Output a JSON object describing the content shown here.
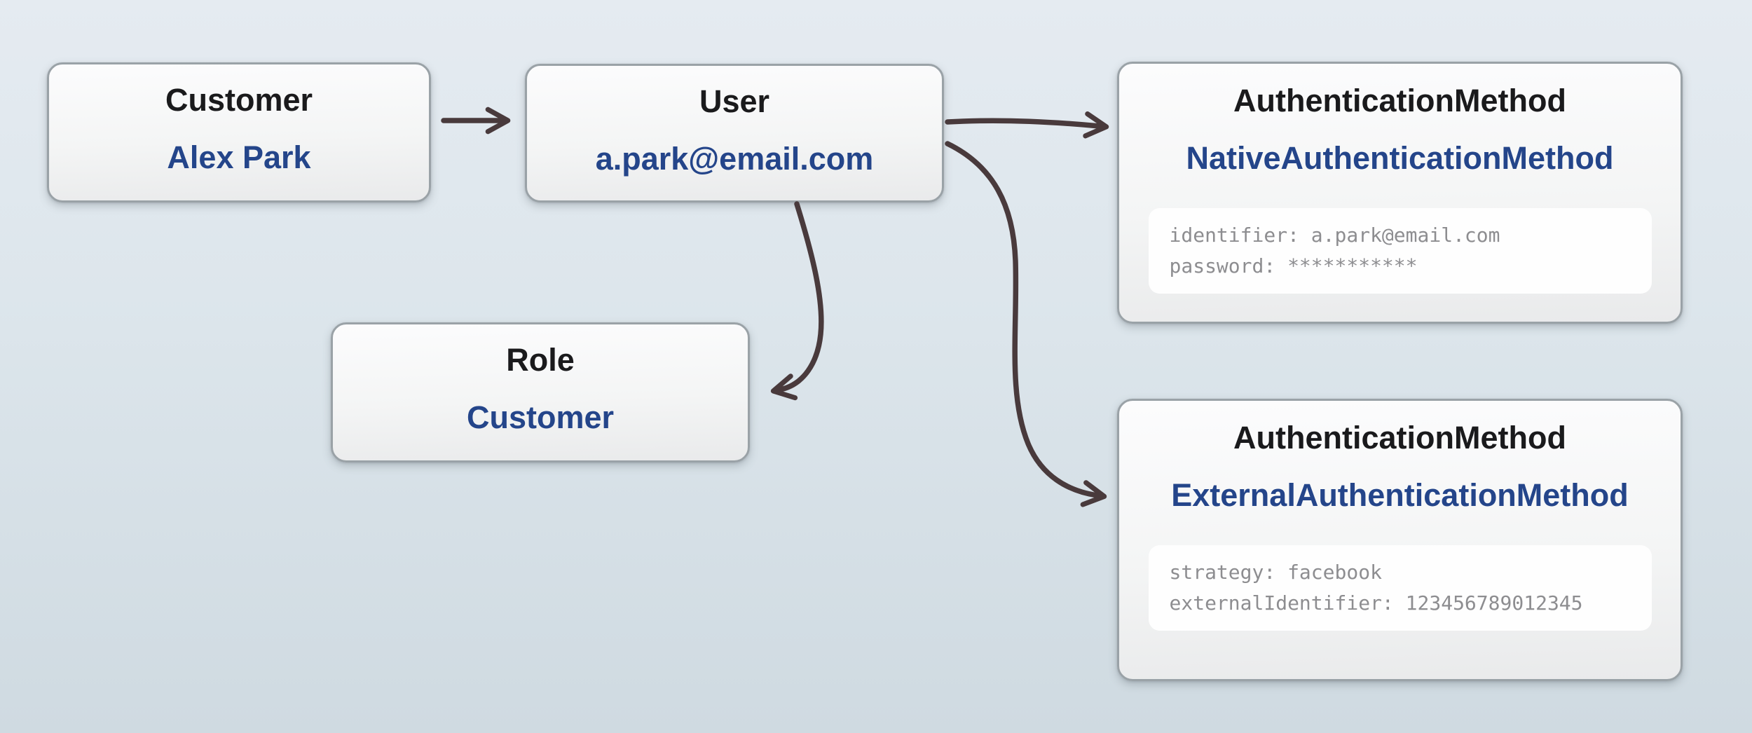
{
  "diagram": {
    "nodes": {
      "customer": {
        "title": "Customer",
        "value": "Alex Park"
      },
      "user": {
        "title": "User",
        "value": "a.park@email.com"
      },
      "role": {
        "title": "Role",
        "value": "Customer"
      },
      "authNative": {
        "title": "AuthenticationMethod",
        "value": "NativeAuthenticationMethod",
        "attr1": "identifier: a.park@email.com",
        "attr2": "password: ***********"
      },
      "authExternal": {
        "title": "AuthenticationMethod",
        "value": "ExternalAuthenticationMethod",
        "attr1": "strategy: facebook",
        "attr2": "externalIdentifier: 123456789012345"
      }
    },
    "edges": [
      {
        "from": "customer",
        "to": "user"
      },
      {
        "from": "user",
        "to": "authNative"
      },
      {
        "from": "user",
        "to": "role"
      },
      {
        "from": "user",
        "to": "authExternal"
      }
    ],
    "colors": {
      "background_top": "#e5ebf1",
      "background_bottom": "#cfdae1",
      "node_border": "#9aa2a7",
      "node_fill_top": "#fcfcfd",
      "node_fill_bottom": "#e9eaeb",
      "attribute_panel_fill": "#fefefe",
      "title_text": "#1a1a1c",
      "value_text": "#24458a",
      "attribute_text": "#8d8d90",
      "arrow": "#493a3c"
    }
  }
}
